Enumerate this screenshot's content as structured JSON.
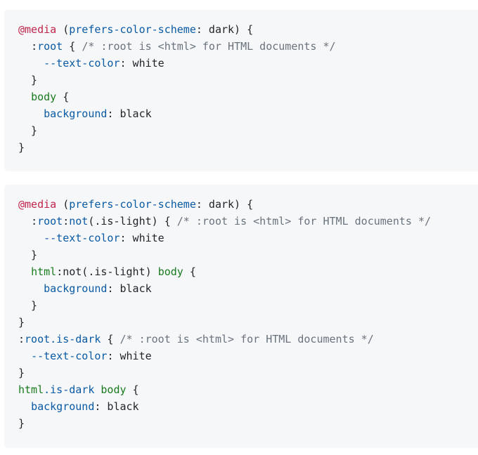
{
  "colors": {
    "background": "#ffffff",
    "code_background": "#f6f7f9",
    "text": "#1f2328",
    "at_rule": "#c0264b",
    "property": "#0a5aa3",
    "selector": "#1a7b1f",
    "comment": "#6a737d"
  },
  "code_blocks": [
    {
      "lines": [
        [
          {
            "t": "at",
            "v": "@media"
          },
          {
            "t": "plain",
            "v": " ("
          },
          {
            "t": "prop",
            "v": "prefers-color-scheme"
          },
          {
            "t": "plain",
            "v": ": dark) {"
          }
        ],
        [
          {
            "t": "plain",
            "v": "  "
          },
          {
            "t": "plain",
            "v": ":"
          },
          {
            "t": "prop",
            "v": "root"
          },
          {
            "t": "plain",
            "v": " { "
          },
          {
            "t": "comment",
            "v": "/* :root is <html> for HTML documents */"
          }
        ],
        [
          {
            "t": "plain",
            "v": "    "
          },
          {
            "t": "prop",
            "v": "--text-color"
          },
          {
            "t": "plain",
            "v": ": white"
          }
        ],
        [
          {
            "t": "plain",
            "v": "  }"
          }
        ],
        [
          {
            "t": "plain",
            "v": "  "
          },
          {
            "t": "sel",
            "v": "body"
          },
          {
            "t": "plain",
            "v": " {"
          }
        ],
        [
          {
            "t": "plain",
            "v": "    "
          },
          {
            "t": "prop",
            "v": "background"
          },
          {
            "t": "plain",
            "v": ": black"
          }
        ],
        [
          {
            "t": "plain",
            "v": "  }"
          }
        ],
        [
          {
            "t": "plain",
            "v": "}"
          }
        ]
      ]
    },
    {
      "lines": [
        [
          {
            "t": "at",
            "v": "@media"
          },
          {
            "t": "plain",
            "v": " ("
          },
          {
            "t": "prop",
            "v": "prefers-color-scheme"
          },
          {
            "t": "plain",
            "v": ": dark) {"
          }
        ],
        [
          {
            "t": "plain",
            "v": "  "
          },
          {
            "t": "plain",
            "v": ":"
          },
          {
            "t": "prop",
            "v": "root"
          },
          {
            "t": "plain",
            "v": ":"
          },
          {
            "t": "prop",
            "v": "not"
          },
          {
            "t": "plain",
            "v": "(.is-light) { "
          },
          {
            "t": "comment",
            "v": "/* :root is <html> for HTML documents */"
          }
        ],
        [
          {
            "t": "plain",
            "v": "    "
          },
          {
            "t": "prop",
            "v": "--text-color"
          },
          {
            "t": "plain",
            "v": ": white"
          }
        ],
        [
          {
            "t": "plain",
            "v": "  }"
          }
        ],
        [
          {
            "t": "plain",
            "v": "  "
          },
          {
            "t": "sel",
            "v": "html"
          },
          {
            "t": "plain",
            "v": ":not(.is-light) "
          },
          {
            "t": "sel",
            "v": "body"
          },
          {
            "t": "plain",
            "v": " {"
          }
        ],
        [
          {
            "t": "plain",
            "v": "    "
          },
          {
            "t": "prop",
            "v": "background"
          },
          {
            "t": "plain",
            "v": ": black"
          }
        ],
        [
          {
            "t": "plain",
            "v": "  }"
          }
        ],
        [
          {
            "t": "plain",
            "v": "}"
          }
        ],
        [
          {
            "t": "plain",
            "v": ":"
          },
          {
            "t": "prop",
            "v": "root"
          },
          {
            "t": "prop",
            "v": ".is-dark"
          },
          {
            "t": "plain",
            "v": " { "
          },
          {
            "t": "comment",
            "v": "/* :root is <html> for HTML documents */"
          }
        ],
        [
          {
            "t": "plain",
            "v": "  "
          },
          {
            "t": "prop",
            "v": "--text-color"
          },
          {
            "t": "plain",
            "v": ": white"
          }
        ],
        [
          {
            "t": "plain",
            "v": "}"
          }
        ],
        [
          {
            "t": "sel",
            "v": "html"
          },
          {
            "t": "prop",
            "v": ".is-dark"
          },
          {
            "t": "plain",
            "v": " "
          },
          {
            "t": "sel",
            "v": "body"
          },
          {
            "t": "plain",
            "v": " {"
          }
        ],
        [
          {
            "t": "plain",
            "v": "  "
          },
          {
            "t": "prop",
            "v": "background"
          },
          {
            "t": "plain",
            "v": ": black"
          }
        ],
        [
          {
            "t": "plain",
            "v": "}"
          }
        ]
      ]
    }
  ]
}
